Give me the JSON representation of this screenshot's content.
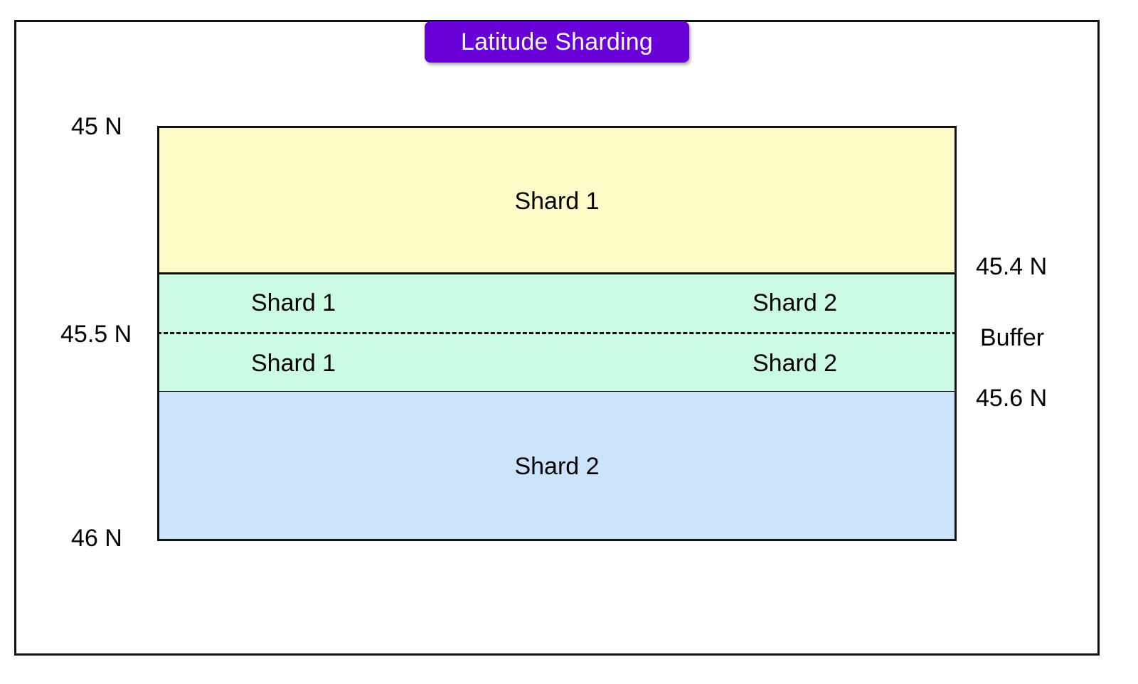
{
  "title": "Latitude Sharding",
  "colors": {
    "title_bg": "#6a00d8",
    "shard1_band": "#fdfcc8",
    "buffer_band": "#ccfbe4",
    "shard2_band": "#cce4fb",
    "outline": "#111111"
  },
  "bands": {
    "top_label": "Shard 1",
    "bottom_label": "Shard 2",
    "buffer_upper_left": "Shard 1",
    "buffer_upper_right": "Shard 2",
    "buffer_lower_left": "Shard 1",
    "buffer_lower_right": "Shard 2"
  },
  "latitudes": {
    "top": "45 N",
    "middle": "45.5 N",
    "bottom": "46 N",
    "buffer_start": "45.4 N",
    "buffer_end": "45.6 N"
  },
  "buffer_label": "Buffer"
}
